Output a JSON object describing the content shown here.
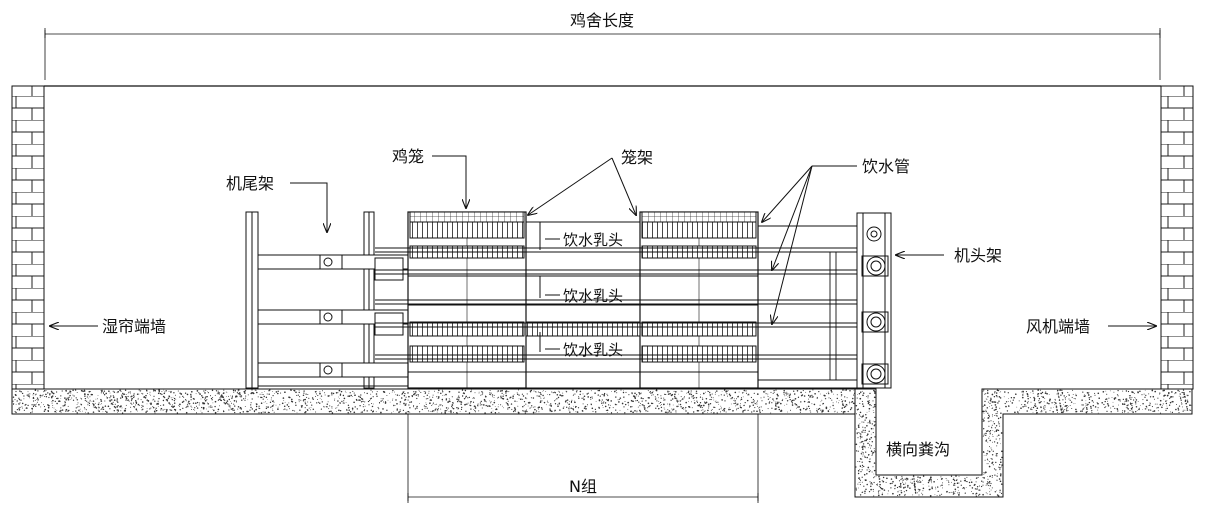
{
  "labels": {
    "house_length": "鸡舍长度",
    "tail_frame": "机尾架",
    "cage": "鸡笼",
    "cage_frame": "笼架",
    "water_pipe": "饮水管",
    "nipple": "饮水乳头",
    "head_frame": "机头架",
    "pad_wall": "湿帘端墙",
    "fan_wall": "风机端墙",
    "manure_ditch": "横向粪沟",
    "n_groups": "N组"
  }
}
